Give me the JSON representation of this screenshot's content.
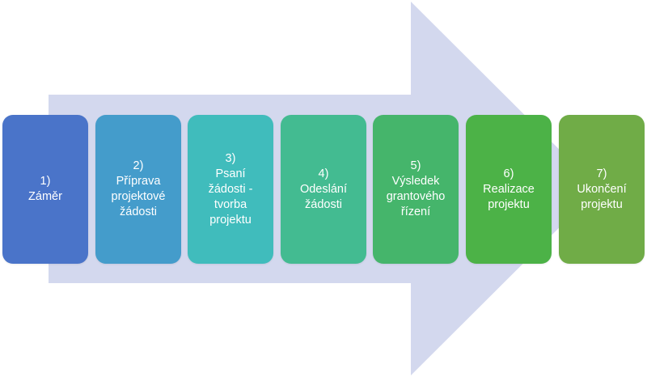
{
  "arrow": {
    "color": "#d3d8ee"
  },
  "steps": [
    {
      "label": "1)\nZáměr",
      "color": "#4a74c9"
    },
    {
      "label": "2)\nPříprava\nprojektové\nžádosti",
      "color": "#449ccb"
    },
    {
      "label": "3)\nPsaní\nžádosti -\ntvorba\nprojektu",
      "color": "#40bcbc"
    },
    {
      "label": "4)\nOdeslání\nžádosti",
      "color": "#43bb91"
    },
    {
      "label": "5)\nVýsledek\ngrantového\nřízení",
      "color": "#45b56b"
    },
    {
      "label": "6)\nRealizace\nprojektu",
      "color": "#4cb247"
    },
    {
      "label": "7)\nUkončení\nprojektu",
      "color": "#70ac47"
    }
  ]
}
